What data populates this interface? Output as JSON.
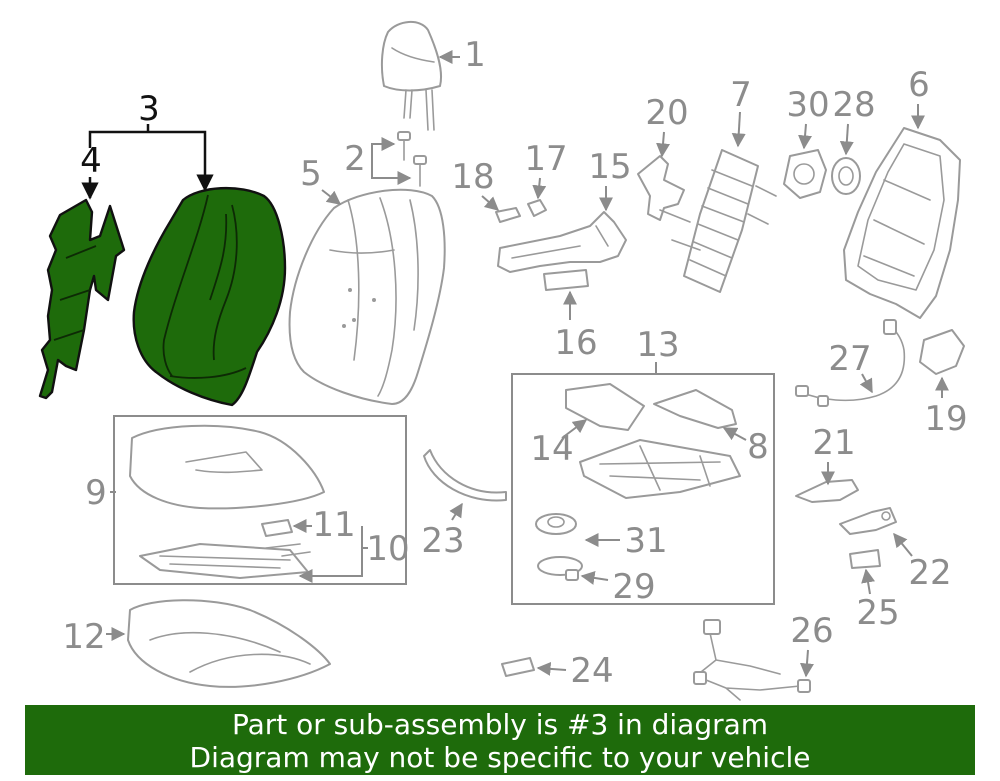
{
  "callouts": {
    "c1": "1",
    "c2": "2",
    "c3": "3",
    "c4": "4",
    "c5": "5",
    "c6": "6",
    "c7": "7",
    "c8": "8",
    "c9": "9",
    "c10": "10",
    "c11": "11",
    "c12": "12",
    "c13": "13",
    "c14": "14",
    "c15": "15",
    "c16": "16",
    "c17": "17",
    "c18": "18",
    "c19": "19",
    "c20": "20",
    "c21": "21",
    "c22": "22",
    "c23": "23",
    "c24": "24",
    "c25": "25",
    "c26": "26",
    "c27": "27",
    "c28": "28",
    "c29": "29",
    "c30": "30",
    "c31": "31"
  },
  "highlight": {
    "part_number": "3",
    "color": "#1e6b0b"
  },
  "banner": {
    "line1": "Part or sub-assembly is #3 in diagram",
    "line2": "Diagram may not be specific to your vehicle",
    "background": "#1e6b0b",
    "text_color": "#ffffff"
  }
}
